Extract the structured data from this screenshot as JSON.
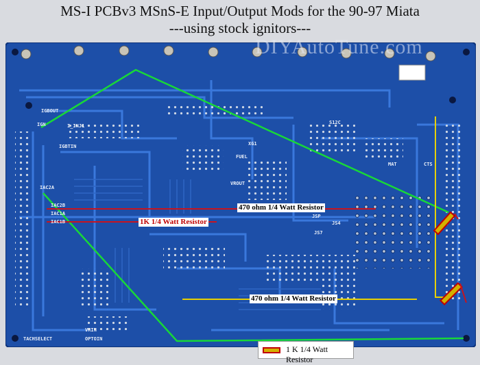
{
  "header": {
    "title": "MS-I PCBv3 MSnS-E Input/Output Mods for the 90-97 Miata",
    "subtitle": "---using stock ignitors---"
  },
  "watermark": "DIYAutoTune.com",
  "annotations": {
    "resistor_470_top": "470 ohm 1/4 Watt Resistor",
    "resistor_1k": "1K 1/4 Watt Resistor",
    "resistor_470_bottom": "470 ohm 1/4 Watt Resistor"
  },
  "legend": {
    "text": "1 K 1/4 Watt Resistor"
  },
  "board_labels": {
    "igbout": "IGBOUT",
    "ign": "IGN",
    "i_inj1": "I_INJ1",
    "igbtin": "IGBTIN",
    "iac2a": "IAC2A",
    "iac2b": "IAC2B",
    "iac1a": "IAC1A",
    "iac1b": "IAC1B",
    "s12c": "S12C",
    "fuel": "FUEL",
    "vrout": "VROUT",
    "xg1": "XG1",
    "jsp": "JSP",
    "js4": "JS4",
    "js7": "JS7",
    "cts": "CTS",
    "mat": "MAT",
    "tachselect": "TACHSELECT",
    "vrin": "VRIN",
    "optoin": "OPTOIN"
  },
  "colors": {
    "board": "#1d4fa8",
    "trace": "#2d6ad0",
    "green_wire": "#18d838",
    "red_wire": "#c8141e",
    "yellow_wire": "#e8d000"
  }
}
